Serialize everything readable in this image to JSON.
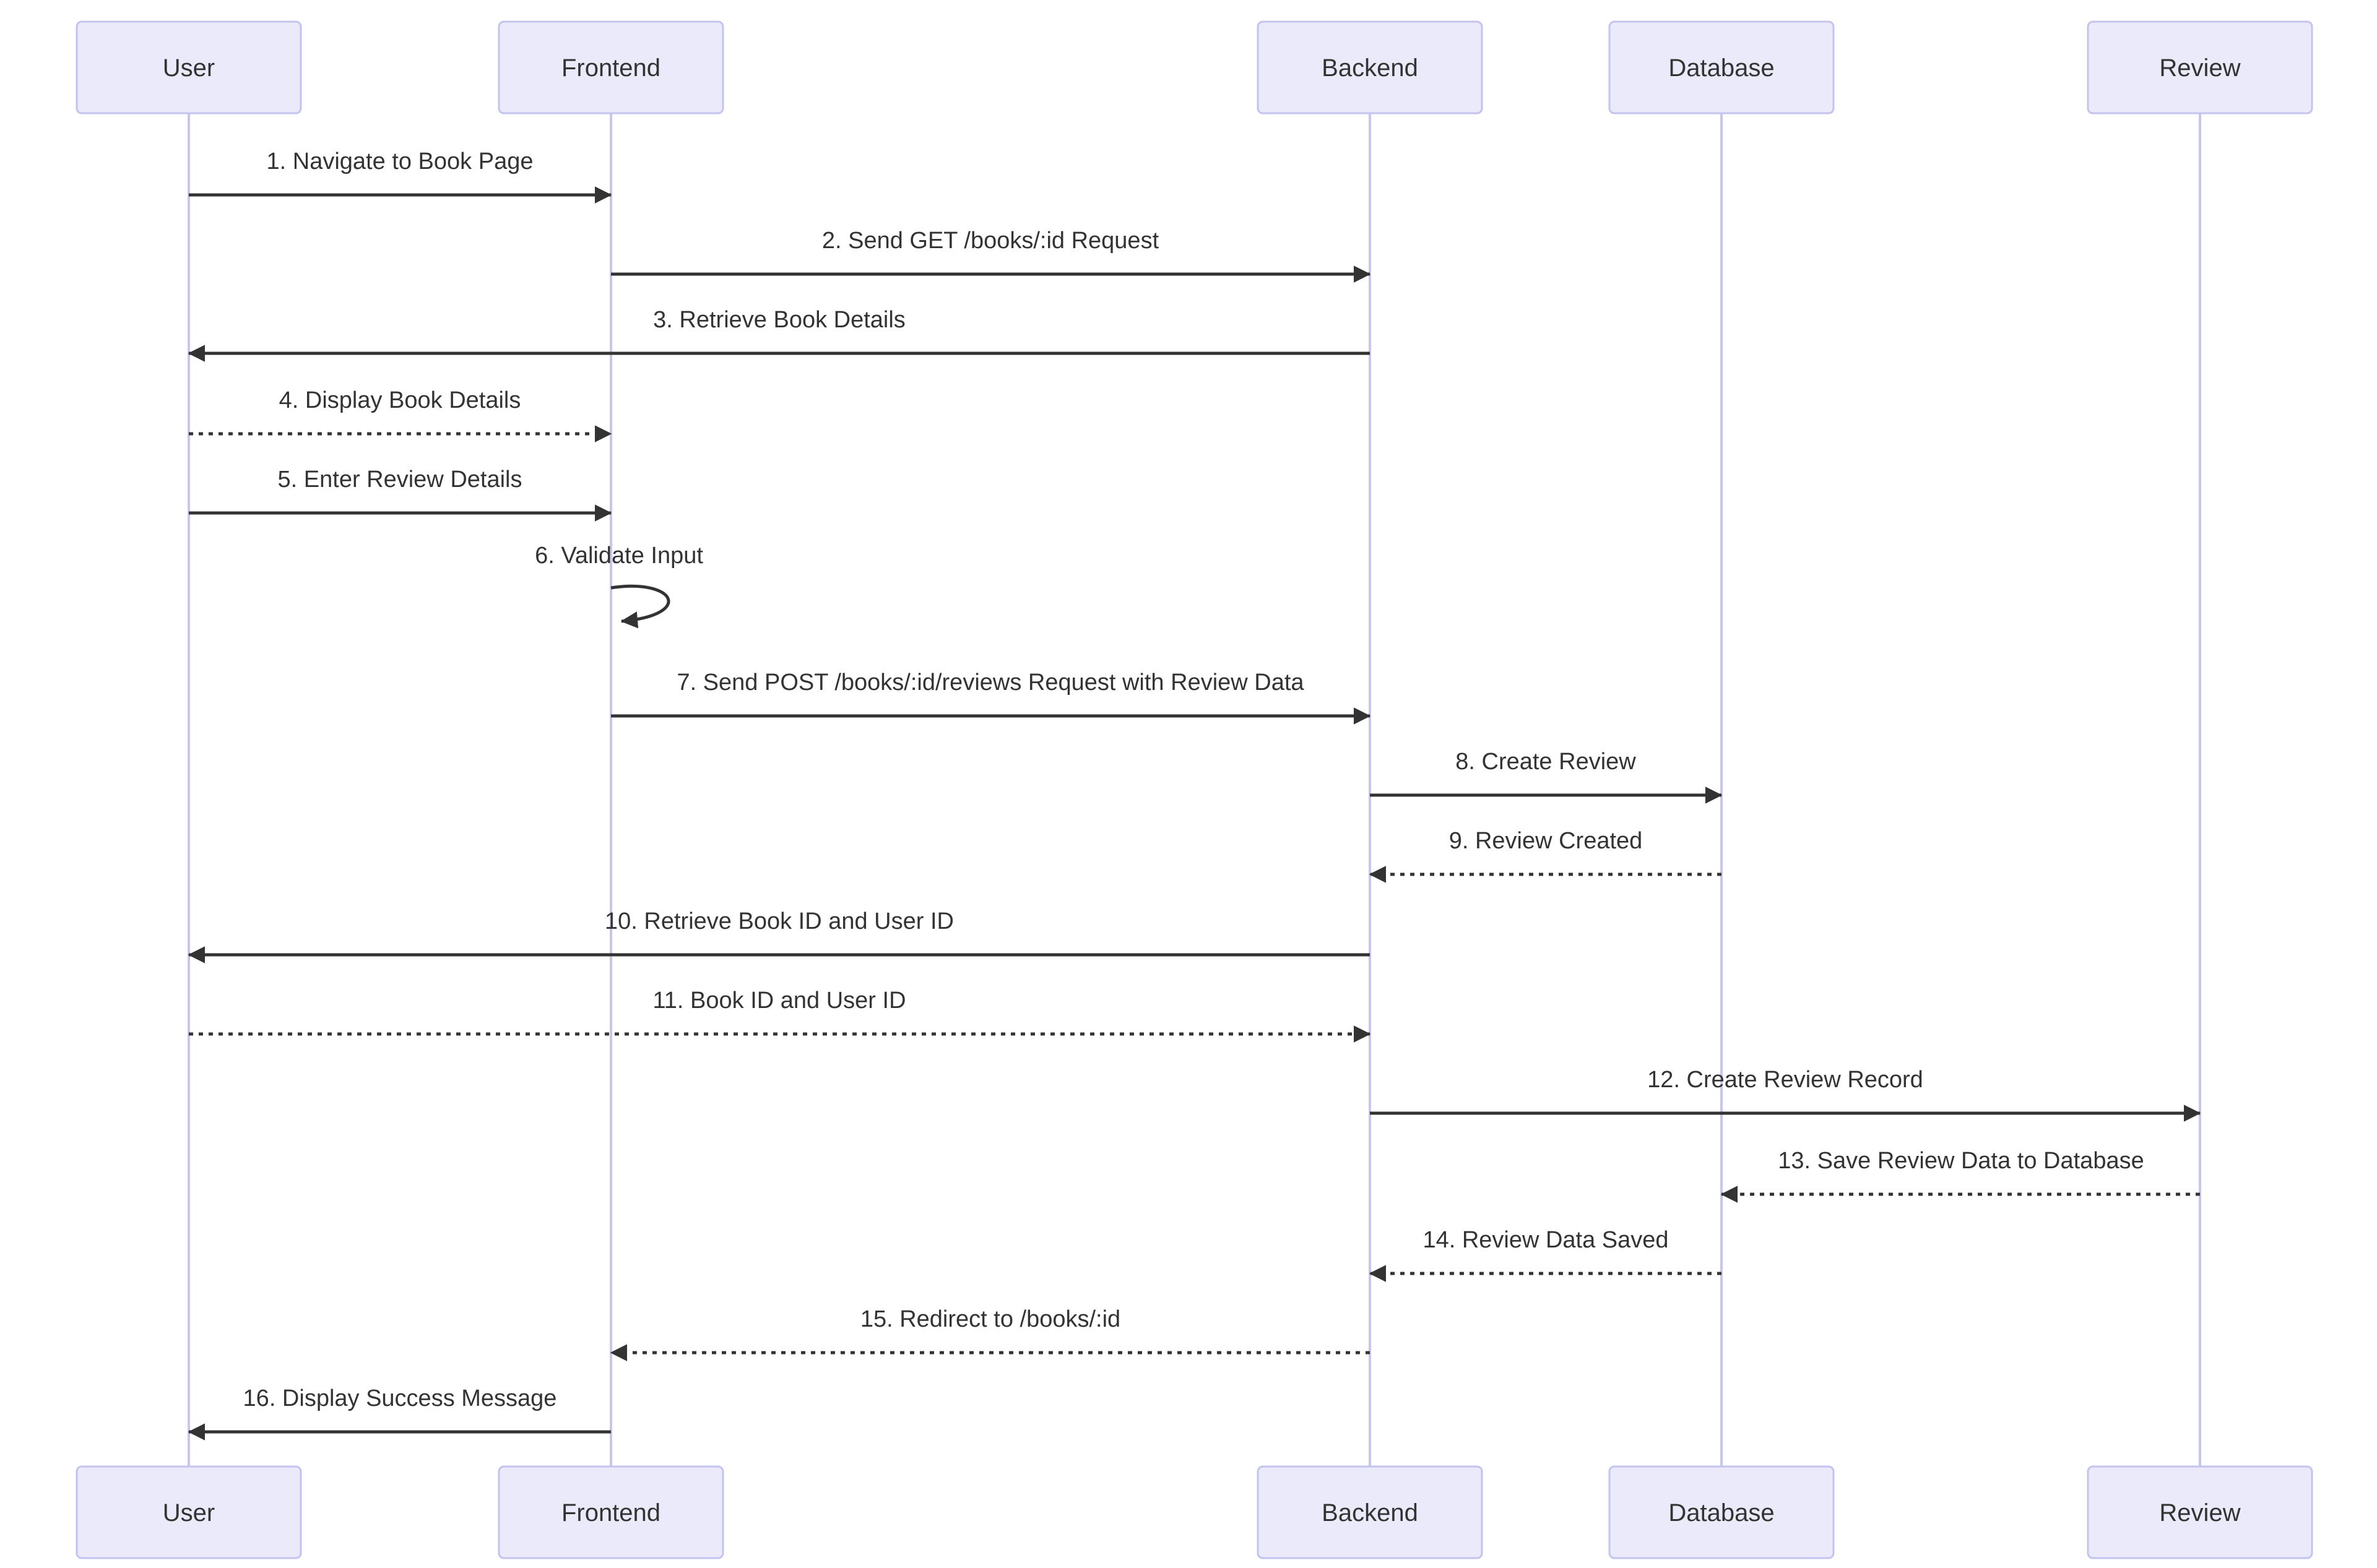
{
  "diagram": {
    "type": "sequence-diagram"
  },
  "colors": {
    "background": "#ffffff",
    "actor_fill": "#eaeafa",
    "actor_border": "#c3c3f0",
    "lifeline": "#c6c6f0",
    "arrow": "#333333",
    "text": "#333333"
  },
  "actors": [
    {
      "label": "User"
    },
    {
      "label": "Frontend"
    },
    {
      "label": "Backend"
    },
    {
      "label": "Database"
    },
    {
      "label": "Review"
    }
  ],
  "messages": [
    {
      "label": "1. Navigate to Book Page",
      "from": "User",
      "to": "Frontend",
      "line": "solid"
    },
    {
      "label": "2. Send GET /books/:id Request",
      "from": "Frontend",
      "to": "Backend",
      "line": "solid"
    },
    {
      "label": "3. Retrieve Book Details",
      "from": "Backend",
      "to": "User",
      "line": "solid"
    },
    {
      "label": "4. Display Book Details",
      "from": "User",
      "to": "Frontend",
      "line": "dashed"
    },
    {
      "label": "5. Enter Review Details",
      "from": "User",
      "to": "Frontend",
      "line": "solid"
    },
    {
      "label": "6. Validate Input",
      "from": "Frontend",
      "to": "Frontend",
      "line": "solid",
      "type": "self-loop"
    },
    {
      "label": "7. Send POST /books/:id/reviews Request with Review Data",
      "from": "Frontend",
      "to": "Backend",
      "line": "solid"
    },
    {
      "label": "8. Create Review",
      "from": "Backend",
      "to": "Database",
      "line": "solid"
    },
    {
      "label": "9. Review Created",
      "from": "Database",
      "to": "Backend",
      "line": "dashed"
    },
    {
      "label": "10. Retrieve Book ID and User ID",
      "from": "Backend",
      "to": "User",
      "line": "solid"
    },
    {
      "label": "11. Book ID and User ID",
      "from": "User",
      "to": "Backend",
      "line": "dashed"
    },
    {
      "label": "12. Create Review Record",
      "from": "Backend",
      "to": "Review",
      "line": "solid"
    },
    {
      "label": "13. Save Review Data to Database",
      "from": "Review",
      "to": "Database",
      "line": "dashed"
    },
    {
      "label": "14. Review Data Saved",
      "from": "Database",
      "to": "Backend",
      "line": "dashed"
    },
    {
      "label": "15. Redirect to /books/:id",
      "from": "Backend",
      "to": "Frontend",
      "line": "dashed"
    },
    {
      "label": "16. Display Success Message",
      "from": "Frontend",
      "to": "User",
      "line": "solid"
    }
  ]
}
